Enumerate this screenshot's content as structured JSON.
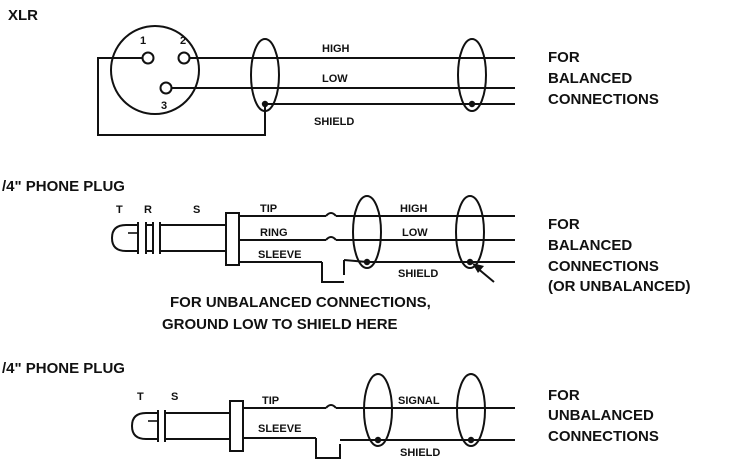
{
  "xlr": {
    "title": "XLR",
    "pins": [
      "1",
      "2",
      "3"
    ],
    "wires": [
      "HIGH",
      "LOW",
      "SHIELD"
    ],
    "destination": [
      "FOR",
      "BALANCED",
      "CONNECTIONS"
    ]
  },
  "trs": {
    "title": "/4\" PHONE PLUG",
    "contacts": [
      "T",
      "R",
      "S"
    ],
    "wires_left": [
      "TIP",
      "RING",
      "SLEEVE"
    ],
    "wires_right": [
      "HIGH",
      "LOW",
      "SHIELD"
    ],
    "destination": [
      "FOR",
      "BALANCED",
      "CONNECTIONS",
      "(OR UNBALANCED)"
    ],
    "note": [
      "FOR UNBALANCED CONNECTIONS,",
      "GROUND LOW TO SHIELD HERE"
    ]
  },
  "ts": {
    "title": "/4\" PHONE PLUG",
    "contacts": [
      "T",
      "S"
    ],
    "wires_left": [
      "TIP",
      "SLEEVE"
    ],
    "wires_right": [
      "SIGNAL",
      "SHIELD"
    ],
    "destination": [
      "FOR",
      "UNBALANCED",
      "CONNECTIONS"
    ]
  }
}
